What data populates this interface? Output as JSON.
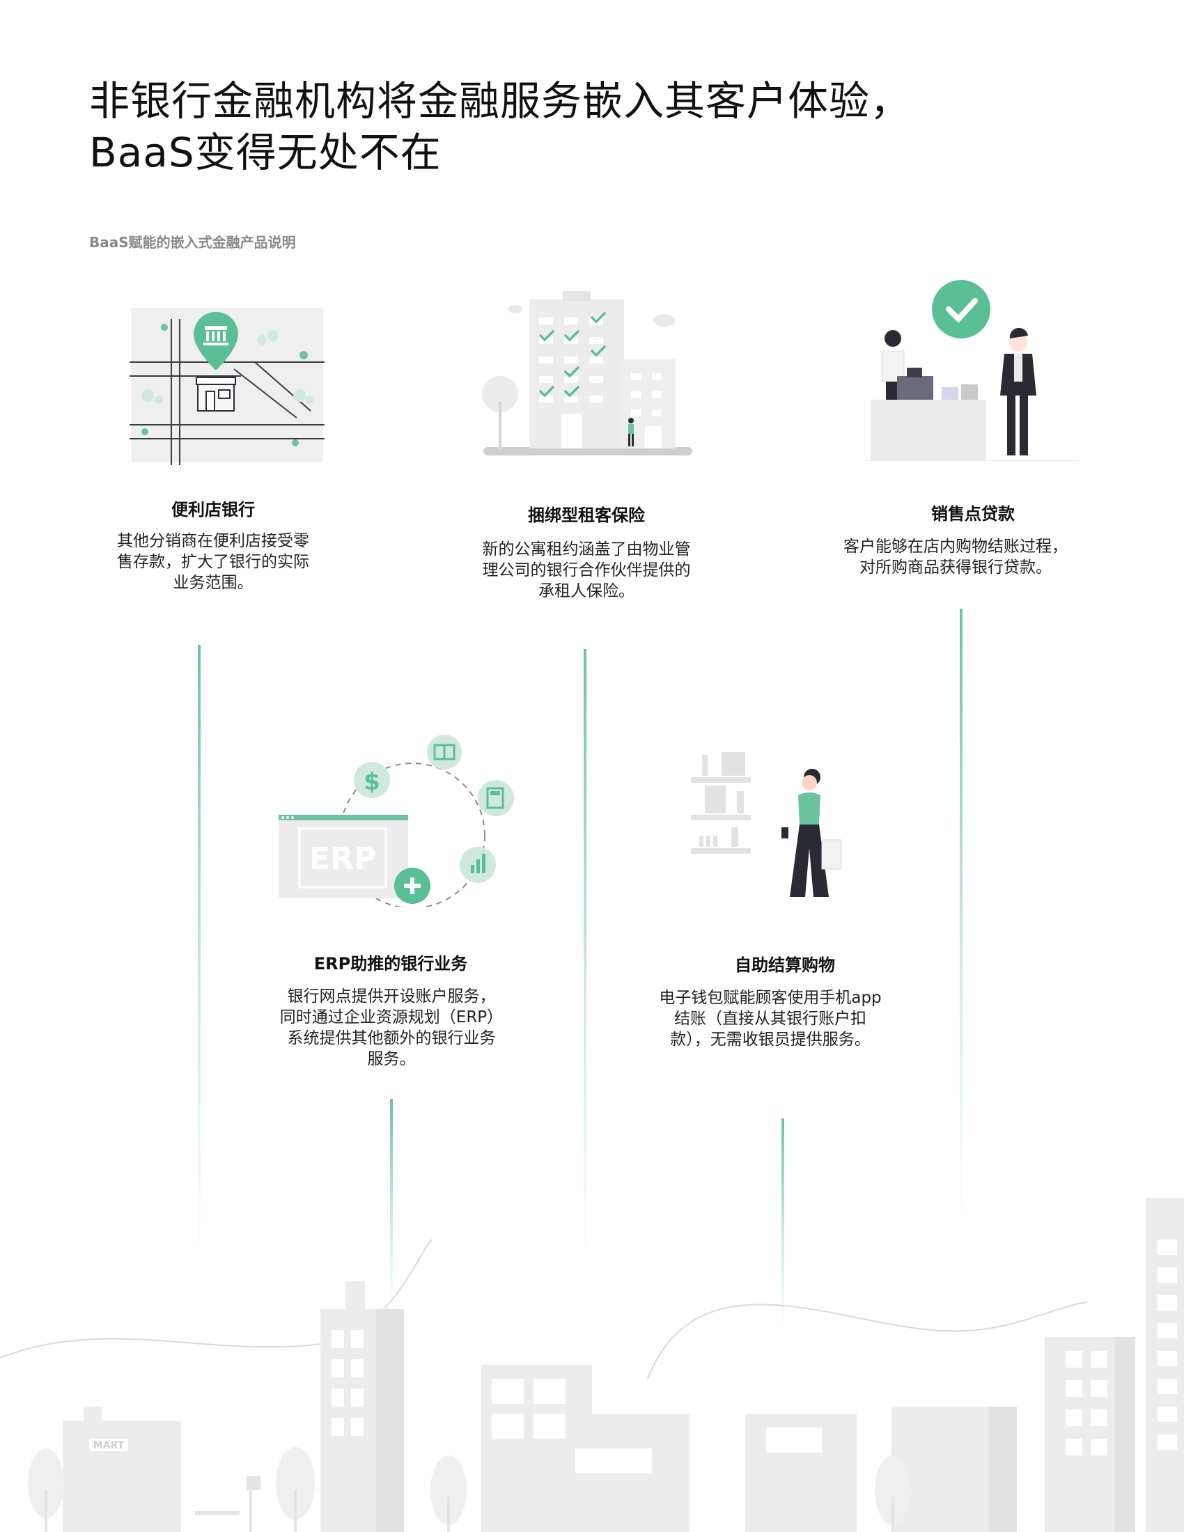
{
  "header": {
    "title_line1": "非银行金融机构将金融服务嵌入其客户体验，",
    "title_line2": "BaaS变得无处不在",
    "subtitle": "BaaS赋能的嵌入式金融产品说明"
  },
  "cards": [
    {
      "title": "便利店银行",
      "desc": [
        "其他分销商在便利店接受零",
        "售存款，扩大了银行的实际",
        "业务范围。"
      ]
    },
    {
      "title": "捆绑型租客保险",
      "desc": [
        "新的公寓租约涵盖了由物业管",
        "理公司的银行合作伙伴提供的",
        "承租人保险。"
      ]
    },
    {
      "title": "销售点贷款",
      "desc": [
        "客户能够在店内购物结账过程，",
        "对所购商品获得银行贷款。"
      ]
    },
    {
      "title": "ERP助推的银行业务",
      "desc": [
        "银行网点提供开设账户服务，",
        "同时通过企业资源规划（ERP）",
        "系统提供其他额外的银行业务",
        "服务。"
      ]
    },
    {
      "title": "自助结算购物",
      "desc": [
        "电子钱包赋能顾客使用手机app",
        "结账（直接从其银行账户扣",
        "款），无需收银员提供服务。"
      ]
    }
  ],
  "illustration_labels": {
    "erp": "ERP",
    "dollar": "$",
    "mart": "MART"
  },
  "colors": {
    "accent": "#6cc3a0",
    "accent_dark": "#5bbf95",
    "light_gray": "#ececec",
    "mid_gray": "#d9d9d9",
    "text": "#111111",
    "subtitle": "#8a8a8a"
  }
}
